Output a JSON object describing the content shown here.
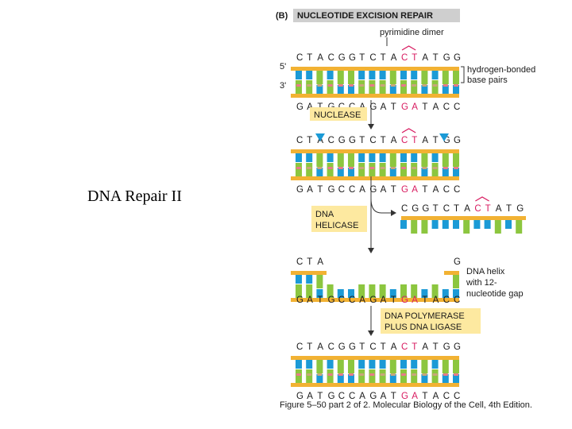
{
  "slide": {
    "title": "DNA Repair II"
  },
  "figure": {
    "panel_letter": "(B)",
    "panel_title": "NUCLEOTIDE EXCISION REPAIR",
    "pyrimidine_label": "pyrimidine dimer",
    "five_prime": "5'",
    "three_prime": "3'",
    "hbond_label_1": "hydrogen-bonded",
    "hbond_label_2": "base pairs",
    "top_strand": [
      "C",
      "T",
      "A",
      "C",
      "G",
      "G",
      "T",
      "C",
      "T",
      "A",
      "C",
      "T",
      "A",
      "T",
      "G",
      "G"
    ],
    "bottom_strand": [
      "G",
      "A",
      "T",
      "G",
      "C",
      "C",
      "A",
      "G",
      "A",
      "T",
      "G",
      "A",
      "T",
      "A",
      "C",
      "C"
    ],
    "top_highlight": [
      10,
      11
    ],
    "bottom_highlight": [
      10,
      11
    ],
    "excised_top": [
      "C",
      "G",
      "G",
      "T",
      "C",
      "T",
      "A",
      "C",
      "T",
      "A",
      "T",
      "G"
    ],
    "gap_left": [
      "C",
      "T",
      "A"
    ],
    "gap_right": "G",
    "step1": "NUCLEASE",
    "step2_1": "DNA",
    "step2_2": "HELICASE",
    "gap_label_1": "DNA helix",
    "gap_label_2": "with 12-",
    "gap_label_3": "nucleotide gap",
    "step3_1": "DNA POLYMERASE",
    "step3_2": "PLUS DNA LIGASE",
    "caption": "Figure 5–50 part 2 of 2. Molecular Biology of the Cell, 4th Edition.",
    "colors": {
      "backbone": "#f2b233",
      "base_green": "#8cc63f",
      "base_blue": "#1b9ad6",
      "base_pink": "#e87a8a",
      "base_tan": "#c9a57a",
      "highlight": "#d81b60",
      "step_box": "#fde9a0",
      "title_box": "#cfcfcf",
      "arrow": "#333333"
    }
  }
}
